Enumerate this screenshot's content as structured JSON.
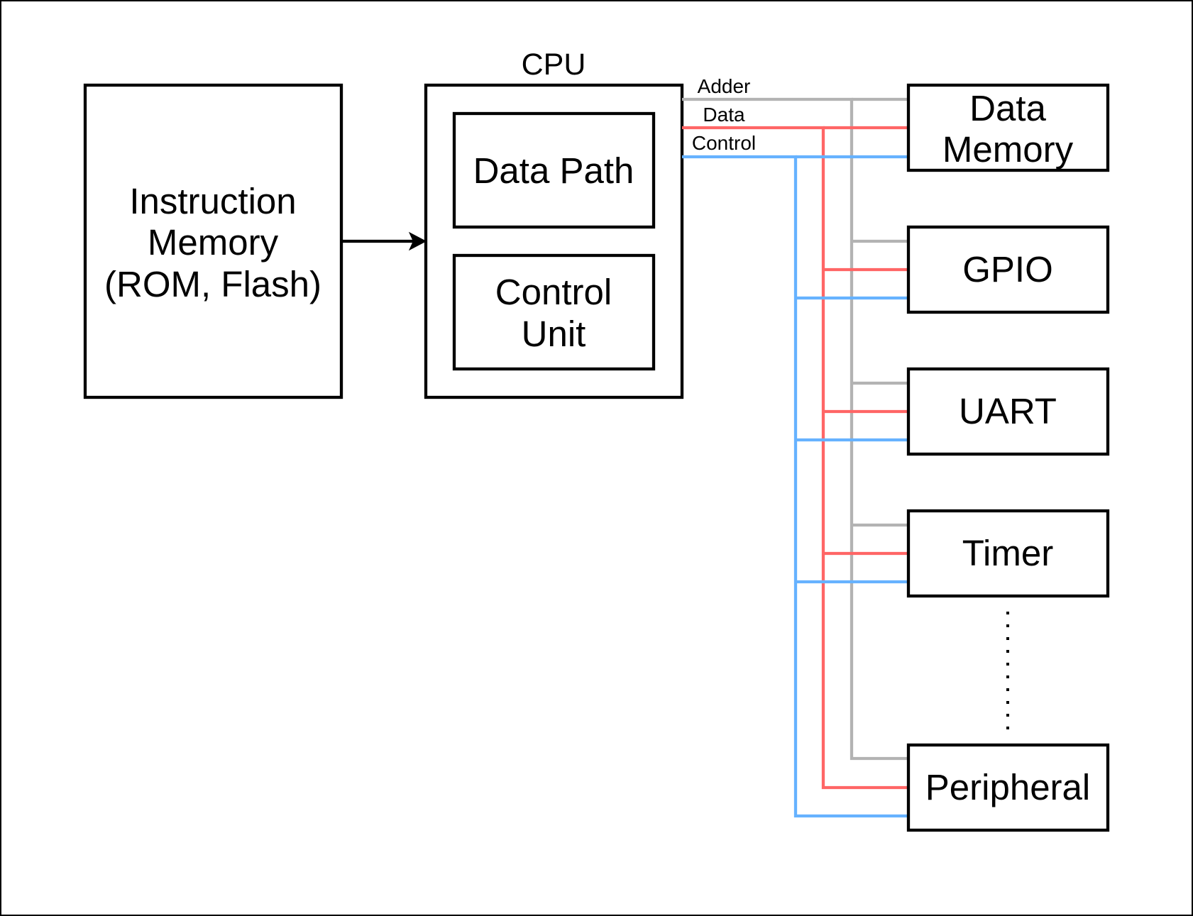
{
  "colors": {
    "address_bus": "#b3b3b3",
    "data_bus": "#ff6666",
    "control_bus": "#66b2ff",
    "outline": "#000000"
  },
  "instruction_memory": {
    "line1": "Instruction",
    "line2": "Memory",
    "line3": "(ROM, Flash)"
  },
  "cpu": {
    "title": "CPU",
    "data_path": "Data Path",
    "control_unit_line1": "Control",
    "control_unit_line2": "Unit"
  },
  "buses": {
    "address": "Adder",
    "data": "Data",
    "control": "Control"
  },
  "devices": {
    "data_memory_line1": "Data",
    "data_memory_line2": "Memory",
    "gpio": "GPIO",
    "uart": "UART",
    "timer": "Timer",
    "peripheral": "Peripheral"
  }
}
